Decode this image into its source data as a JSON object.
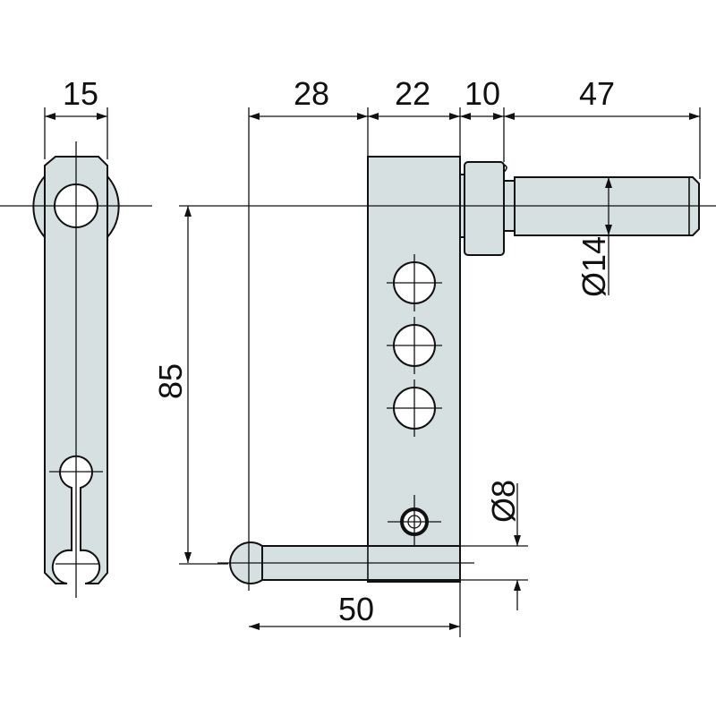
{
  "drawing": {
    "dimensions": {
      "side_width": "15",
      "offset": "28",
      "plate_width": "22",
      "collar": "10",
      "pin_length": "47",
      "pin_diameter": "Ø14",
      "height": "85",
      "bar_diameter": "Ø8",
      "bar_length": "50"
    },
    "colors": {
      "part_fill": "#d6e0e1",
      "line": "#111111"
    }
  }
}
